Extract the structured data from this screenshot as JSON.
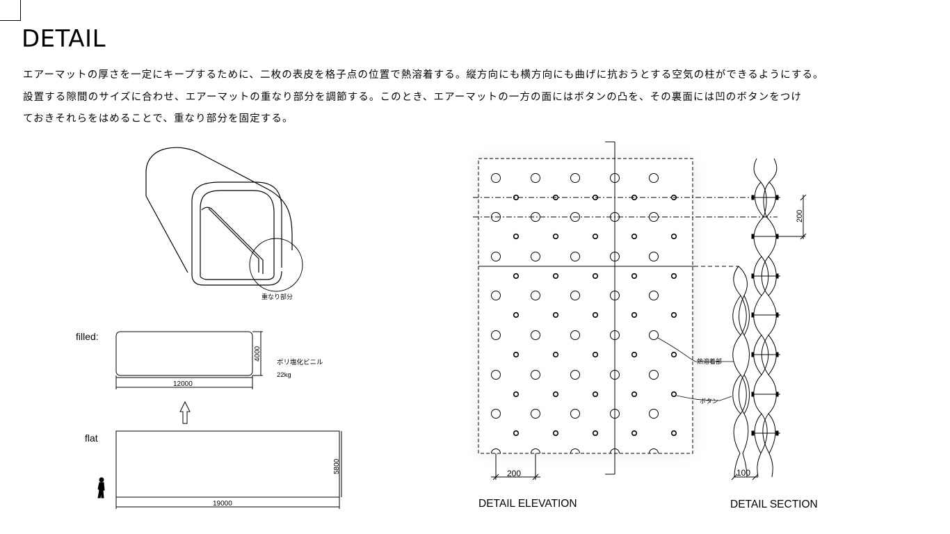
{
  "header": {
    "title": "DETAIL",
    "description_lines": [
      "エアーマットの厚さを一定にキープするために、二枚の表皮を格子点の位置で熱溶着する。縦方向にも横方向にも曲げに抗おうとする空気の柱ができるようにする。",
      "設置する隙間のサイズに合わせ、エアーマットの重なり部分を調節する。このとき、エアーマットの一方の面にはボタンの凸を、その裏面には凹のボタンをつけ",
      "ておきそれらをはめることで、重なり部分を固定する。"
    ]
  },
  "iso": {
    "callout_label": "重なり部分"
  },
  "filled": {
    "label": "filled:",
    "width_label": "12000",
    "height_label": "4000",
    "material": "ポリ塩化ビニル",
    "weight": "22kg"
  },
  "flat": {
    "label": "flat",
    "width_label": "19000",
    "height_label": "5800"
  },
  "elevation": {
    "title": "DETAIL ELEVATION",
    "spacing_label": "200",
    "weld_label": "熱溶着部",
    "button_label": "ボタン"
  },
  "section": {
    "title": "DETAIL SECTION",
    "pitch_label": "200",
    "thickness_label": "100"
  }
}
